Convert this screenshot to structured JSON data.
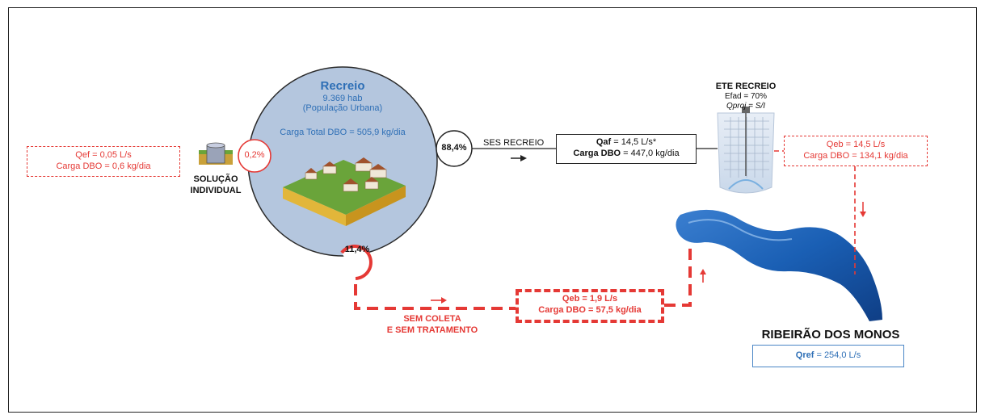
{
  "city": {
    "name": "Recreio",
    "population": "9.369 hab",
    "population_note": "(População Urbana)",
    "total_load": "Carga Total DBO = 505,9 kg/dia"
  },
  "individual": {
    "percent": "0,2%",
    "label_line1": "SOLUÇÃO",
    "label_line2": "INDIVIDUAL",
    "flow": "Qef = 0,05 L/s",
    "load": "Carga DBO = 0,6 kg/dia"
  },
  "collected": {
    "percent": "88,4%",
    "system": "SES RECREIO",
    "flow_label": "Qaf",
    "flow_value": " = 14,5 L/s*",
    "load_label": "Carga DBO",
    "load_value": " = 447,0 kg/dia"
  },
  "treatment": {
    "name": "ETE RECREIO",
    "efficiency": "Efad = 70%",
    "design_flow": "Qproj = S/I",
    "effluent_flow": "Qeb = 14,5 L/s",
    "effluent_load": "Carga DBO = 134,1 kg/dia"
  },
  "untreated": {
    "percent": "11,4%",
    "label_line1": "SEM COLETA",
    "label_line2": "E SEM TRATAMENTO",
    "flow": "Qeb = 1,9 L/s",
    "load": "Carga DBO = 57,5 kg/dia"
  },
  "river": {
    "name": "RIBEIRÃO DOS MONOS",
    "flow_label": "Qref",
    "flow_value": " = 254,0 L/s"
  },
  "colors": {
    "red": "#e53935",
    "blue": "#2e6fb6",
    "circle_fill": "#b4c6de"
  }
}
